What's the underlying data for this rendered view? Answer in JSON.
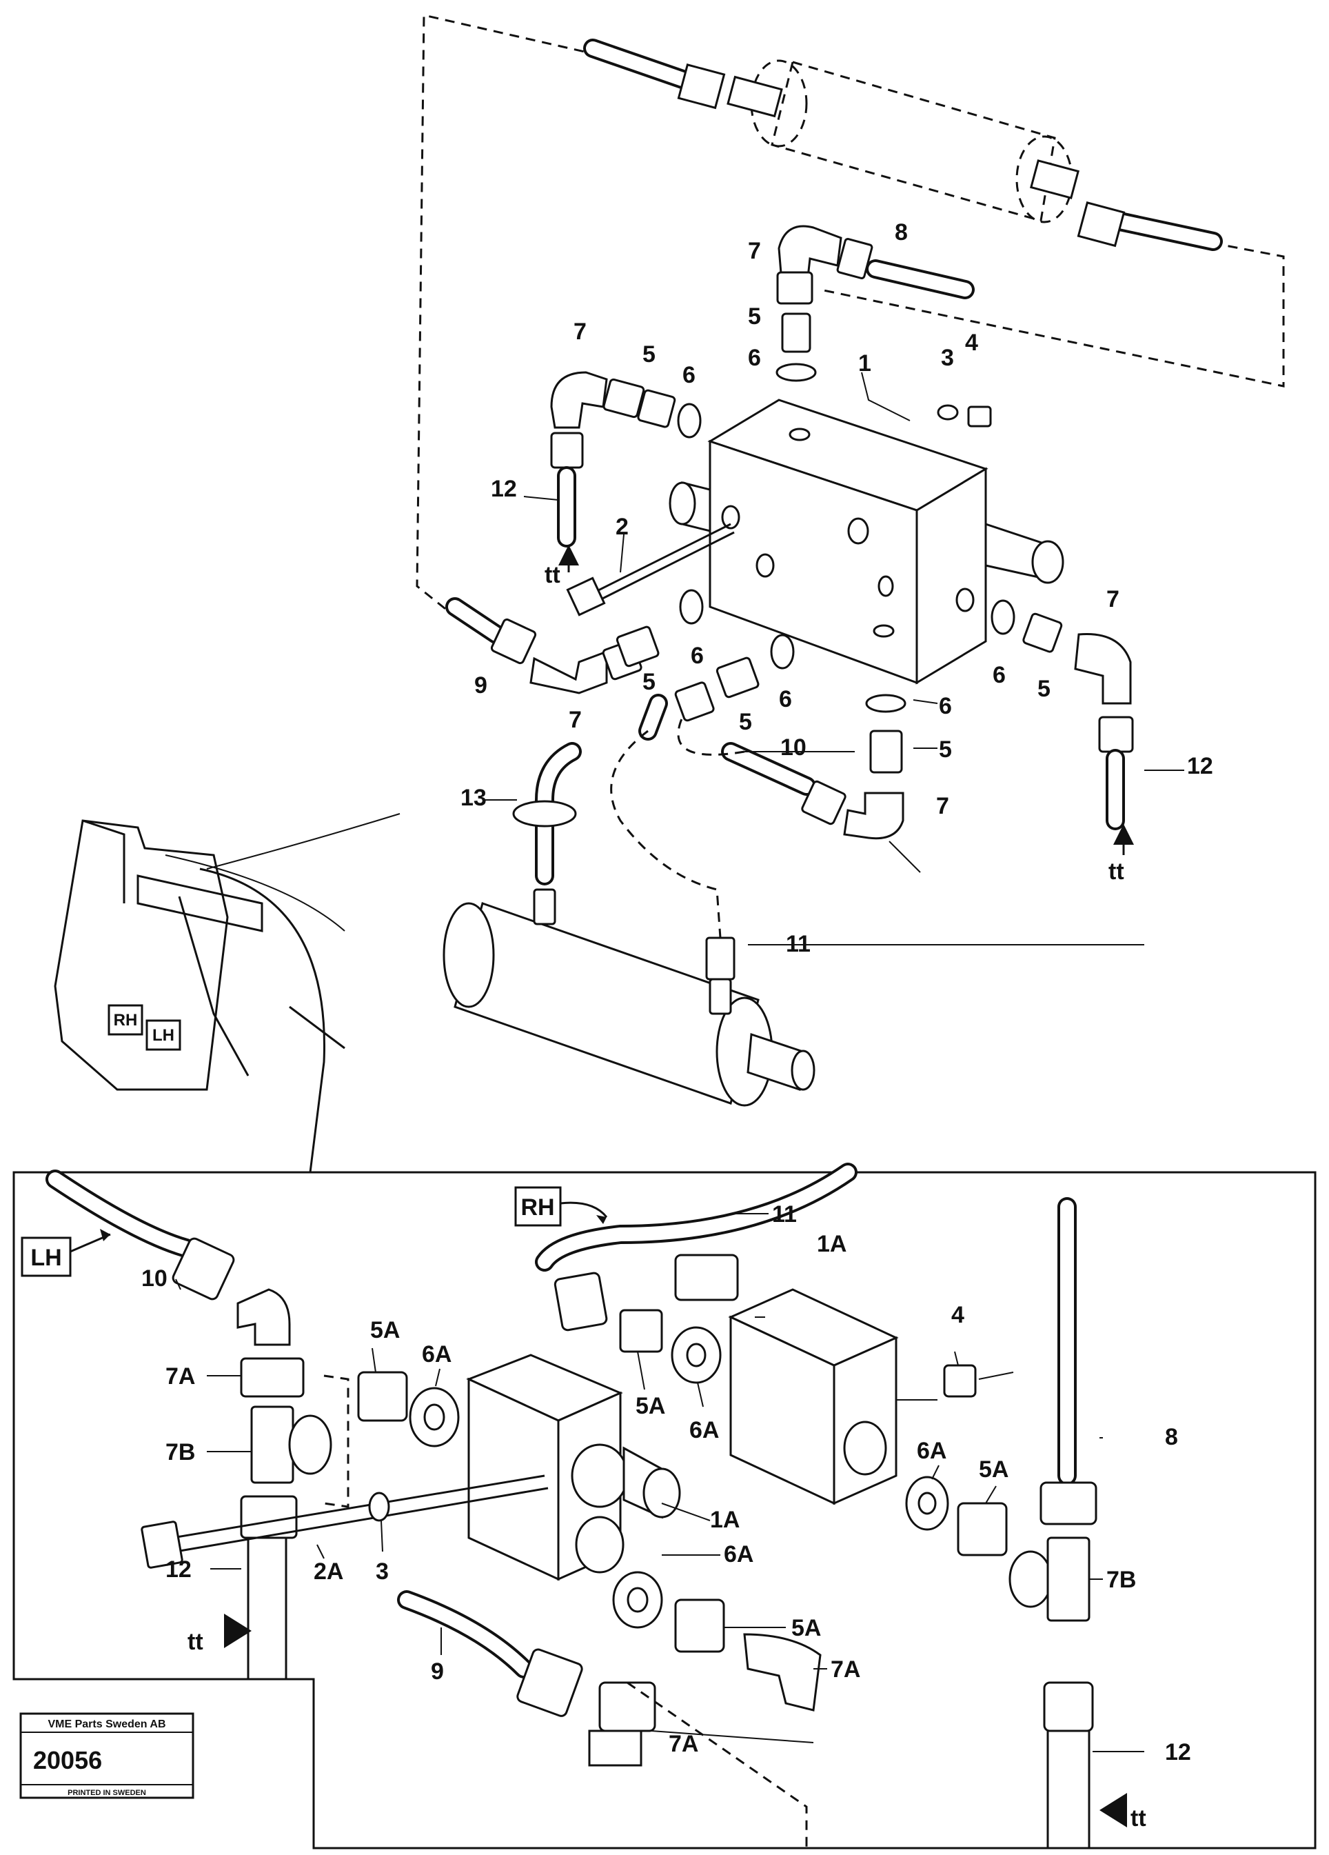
{
  "upper": {
    "callouts": [
      "1",
      "2",
      "3",
      "4",
      "5",
      "5",
      "5",
      "5",
      "5",
      "5",
      "6",
      "6",
      "6",
      "6",
      "6",
      "6",
      "7",
      "7",
      "7",
      "7",
      "7",
      "8",
      "9",
      "10",
      "11",
      "12",
      "12",
      "13"
    ],
    "tt_arrows": [
      "tt",
      "tt"
    ]
  },
  "inset": {
    "tags": [
      "RH",
      "LH"
    ]
  },
  "detail": {
    "tags": [
      "RH",
      "LH"
    ],
    "callouts": [
      "1A",
      "1A",
      "2A",
      "3",
      "4",
      "5A",
      "5A",
      "5A",
      "5A",
      "6A",
      "6A",
      "6A",
      "6A",
      "7A",
      "7A",
      "7A",
      "7B",
      "7B",
      "8",
      "9",
      "10",
      "11",
      "12",
      "12"
    ],
    "tt_arrows": [
      "tt",
      "tt"
    ]
  },
  "stamp": {
    "company": "VME Parts Sweden AB",
    "number": "20056",
    "printed": "PRINTED IN SWEDEN"
  }
}
